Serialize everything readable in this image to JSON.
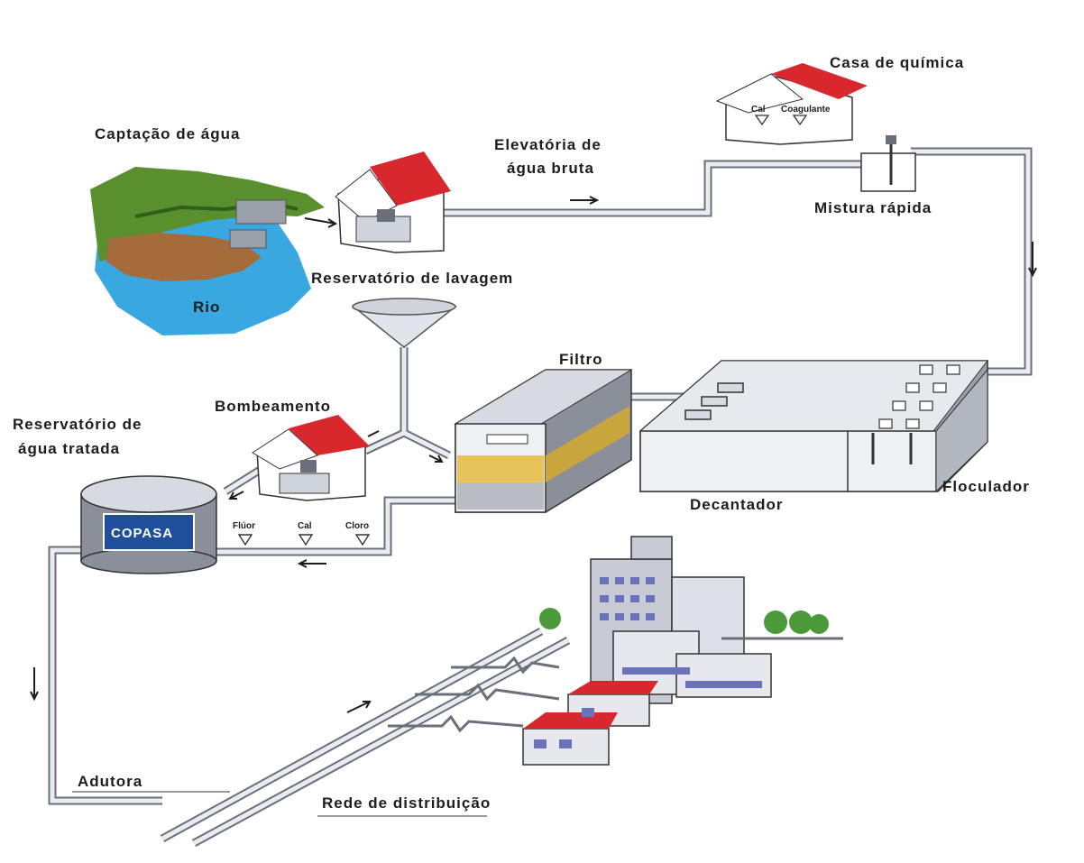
{
  "labels": {
    "captacao": "Captação de água",
    "elevatoria_line1": "Elevatória de",
    "elevatoria_line2": "água bruta",
    "casa_quimica": "Casa de química",
    "cal_top": "Cal",
    "coagulante": "Coagulante",
    "mistura": "Mistura rápida",
    "reservatorio_lavagem": "Reservatório de lavagem",
    "rio": "Rio",
    "filtro": "Filtro",
    "bombeamento": "Bombeamento",
    "reservatorio_tratada_line1": "Reservatório de",
    "reservatorio_tratada_line2": "água tratada",
    "floculador": "Floculador",
    "decantador": "Decantador",
    "fluor": "Flúor",
    "cal_bottom": "Cal",
    "cloro": "Cloro",
    "copasa": "COPASA",
    "adutora": "Adutora",
    "rede": "Rede de distribuição"
  },
  "colors": {
    "roof": "#d8282e",
    "water": "#3aa8e0",
    "pipe": "#6b6f7a",
    "sand": "#e6c45a",
    "logo_blue": "#1f4f9a"
  }
}
